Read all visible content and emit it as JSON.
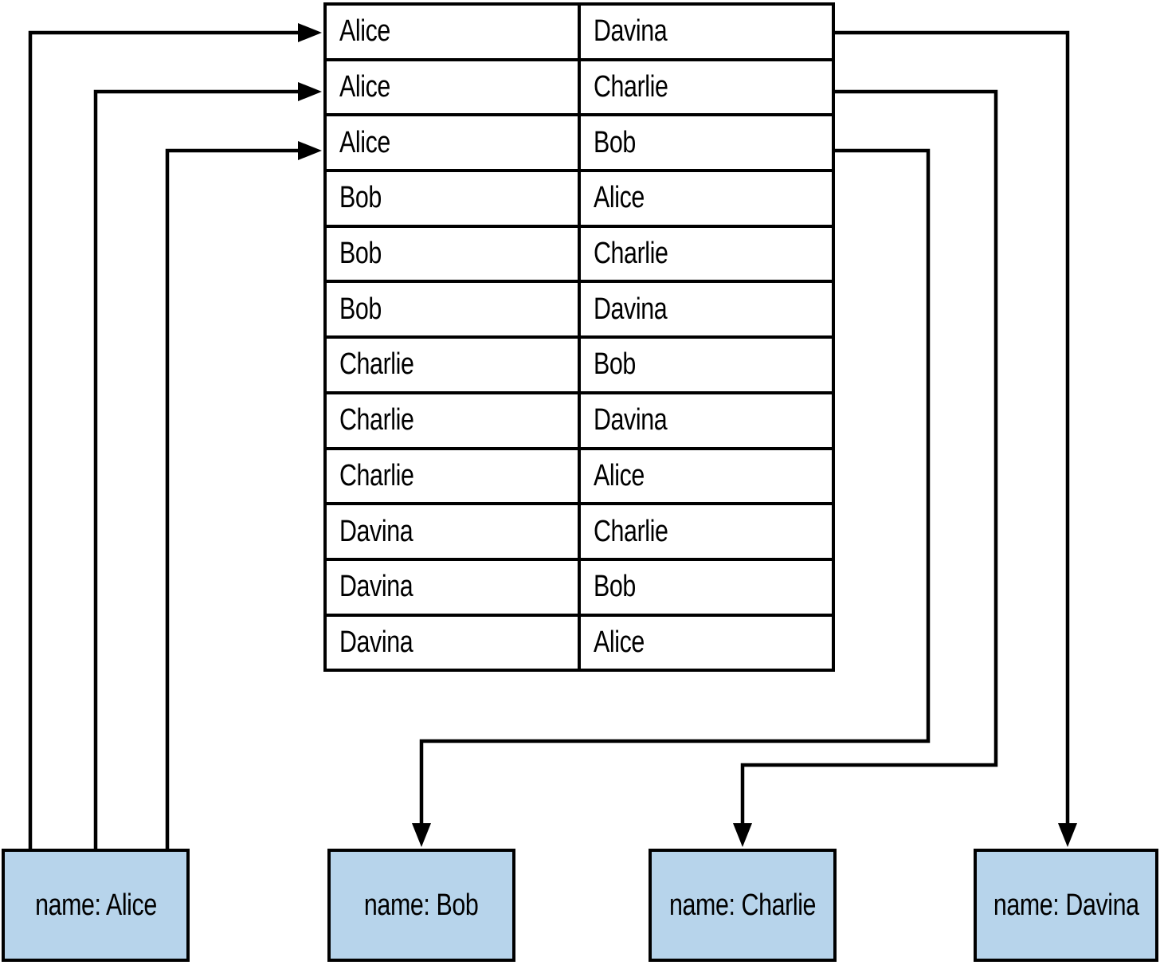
{
  "diagram": {
    "description": "Relational join table of person-to-person rows with arrows linking the Alice rows to entity nodes",
    "table": {
      "rows": [
        [
          "Alice",
          "Davina"
        ],
        [
          "Alice",
          "Charlie"
        ],
        [
          "Alice",
          "Bob"
        ],
        [
          "Bob",
          "Alice"
        ],
        [
          "Bob",
          "Charlie"
        ],
        [
          "Bob",
          "Davina"
        ],
        [
          "Charlie",
          "Bob"
        ],
        [
          "Charlie",
          "Davina"
        ],
        [
          "Charlie",
          "Alice"
        ],
        [
          "Davina",
          "Charlie"
        ],
        [
          "Davina",
          "Bob"
        ],
        [
          "Davina",
          "Alice"
        ]
      ]
    },
    "entities": [
      {
        "id": "alice",
        "label": "name: Alice"
      },
      {
        "id": "bob",
        "label": "name: Bob"
      },
      {
        "id": "charlie",
        "label": "name: Charlie"
      },
      {
        "id": "davina",
        "label": "name: Davina"
      }
    ],
    "colors": {
      "entity_fill": "#b7d4eb",
      "line": "#000000"
    }
  }
}
